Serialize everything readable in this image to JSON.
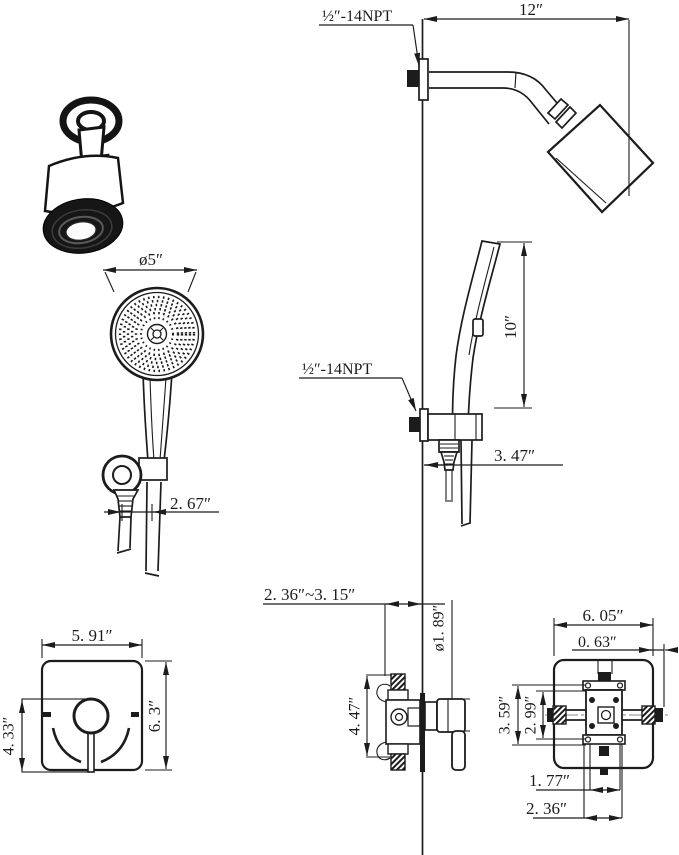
{
  "colors": {
    "background": "#ffffff",
    "ink": "#1c1c1c",
    "centerline": "#8a8a8a"
  },
  "labels": {
    "npt_top": "½″-14NPT",
    "npt_mid": "½″-14NPT",
    "arm_length": "12″",
    "head_diameter": "ø5″",
    "hose_offset": "2. 67″",
    "handshower_height": "10″",
    "holder_depth": "3. 47″",
    "plate_width": "5. 91″",
    "plate_height": "6. 3″",
    "plate_inner_height": "4. 33″",
    "wall_depth_range": "2. 36″~3. 15″",
    "handle_diameter": "ø1. 89″",
    "valve_height": "4. 47″",
    "rough_plate_width": "6. 05″",
    "port_offset": "0. 63″",
    "bracket_height": "3. 59″",
    "body_height": "2. 99″",
    "port_spacing": "1. 77″",
    "base_width": "2. 36″"
  }
}
